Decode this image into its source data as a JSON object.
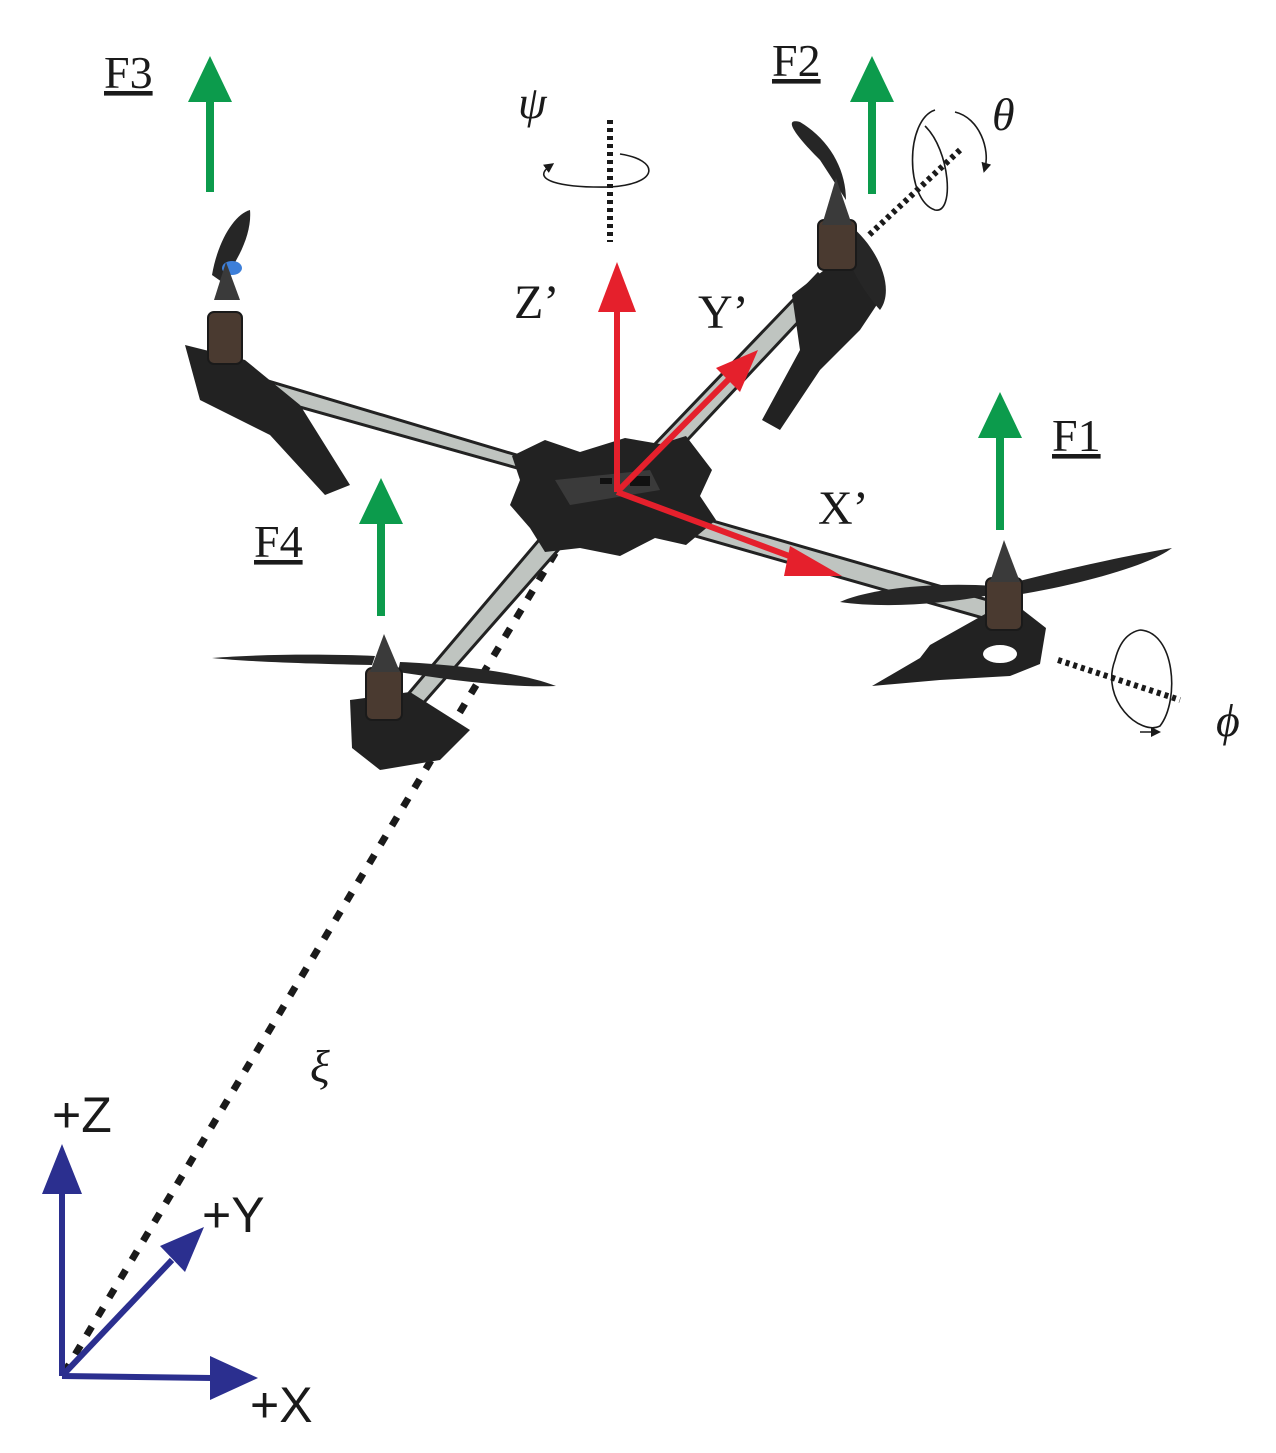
{
  "forces": {
    "f1": "F1",
    "f2": "F2",
    "f3": "F3",
    "f4": "F4"
  },
  "body_axes": {
    "x": "X’",
    "y": "Y’",
    "z": "Z’"
  },
  "rotations": {
    "yaw": "ψ",
    "pitch": "θ",
    "roll": "ϕ"
  },
  "position_vector": "ξ",
  "inertial_axes": {
    "x": "+X",
    "y": "+Y",
    "z": "+Z"
  },
  "colors": {
    "force_arrow": "#0c9b4c",
    "body_axis": "#e5202c",
    "inertial_axis": "#2b2f8f",
    "frame": "#222222",
    "arm": "#bfc4c0"
  },
  "icons": [
    "quadcopter-body",
    "propeller-icon",
    "motor-icon",
    "arrow-up-icon",
    "rotation-arrow-icon"
  ]
}
